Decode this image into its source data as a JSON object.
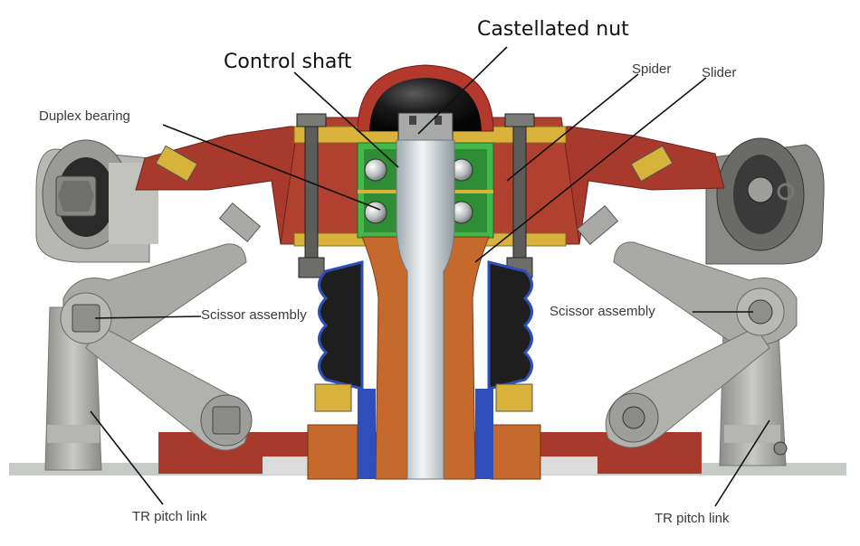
{
  "labels": {
    "castellated_nut": "Castellated nut",
    "control_shaft": "Control shaft",
    "duplex_bearing": "Duplex bearing",
    "spider": "Spider",
    "slider": "Slider",
    "scissor_left": "Scissor assembly",
    "scissor_right": "Scissor assembly",
    "pitch_link_left": "TR pitch link",
    "pitch_link_right": "TR pitch link"
  },
  "colors": {
    "housing": "#a8392d",
    "bearing_green": "#43b84b",
    "shaft": "#cfd8dc",
    "slider_orange": "#c56a2c",
    "boot": "#1e1e1e",
    "boot_outline": "#2f4fb8",
    "link_gray": "#a9aaa6",
    "bolt_yellow": "#d8b23a",
    "dome": "#151515"
  }
}
